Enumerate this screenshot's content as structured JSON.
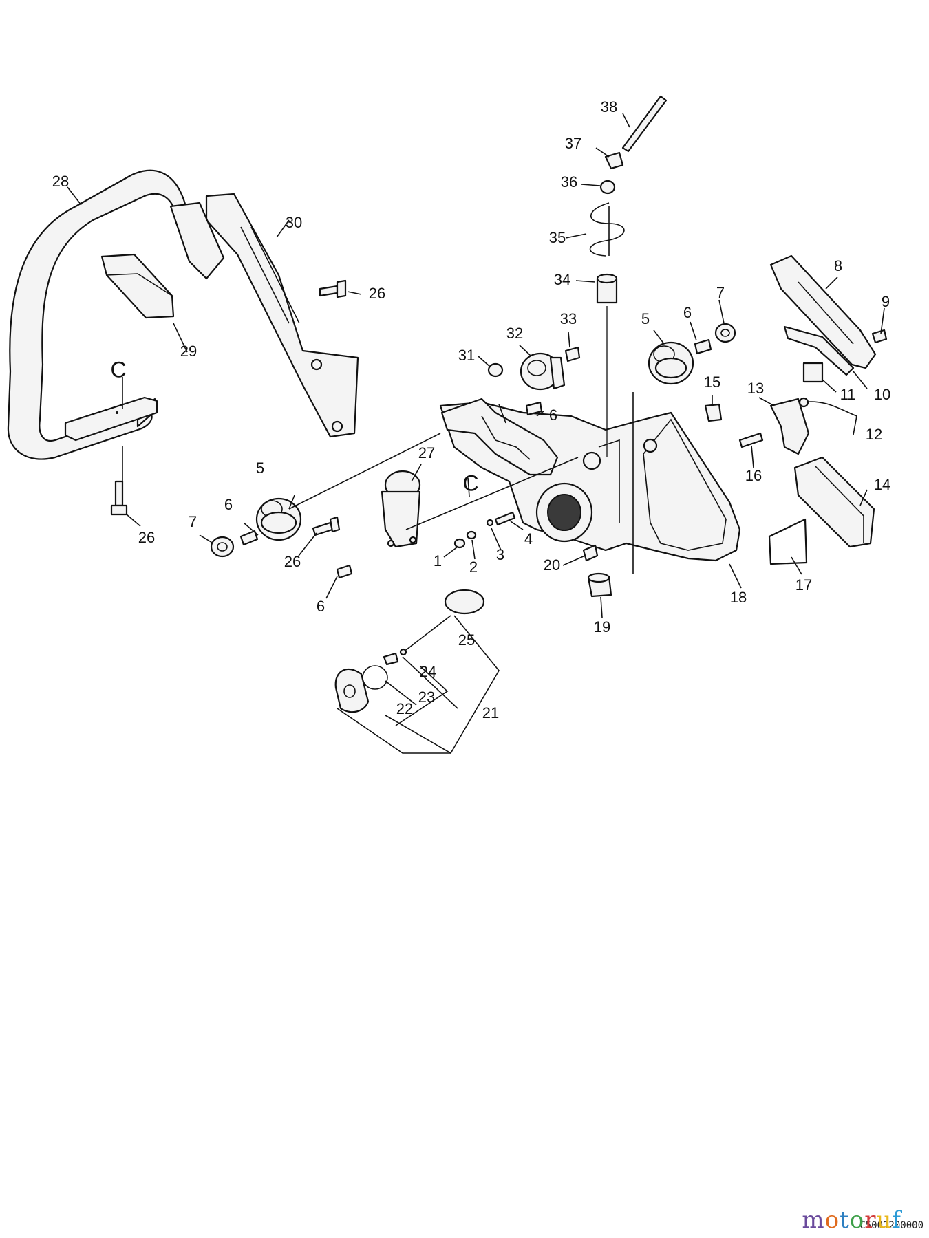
{
  "diagram": {
    "callouts": [
      {
        "id": "28",
        "label": "28"
      },
      {
        "id": "30",
        "label": "30"
      },
      {
        "id": "29",
        "label": "29"
      },
      {
        "id": "26a",
        "label": "26"
      },
      {
        "id": "26b",
        "label": "26"
      },
      {
        "id": "26c",
        "label": "26"
      },
      {
        "id": "C1",
        "label": "C"
      },
      {
        "id": "C2",
        "label": "C"
      },
      {
        "id": "38",
        "label": "38"
      },
      {
        "id": "37",
        "label": "37"
      },
      {
        "id": "36",
        "label": "36"
      },
      {
        "id": "35",
        "label": "35"
      },
      {
        "id": "34",
        "label": "34"
      },
      {
        "id": "33",
        "label": "33"
      },
      {
        "id": "32",
        "label": "32"
      },
      {
        "id": "31",
        "label": "31"
      },
      {
        "id": "6a",
        "label": "6"
      },
      {
        "id": "6b",
        "label": "6"
      },
      {
        "id": "6c",
        "label": "6"
      },
      {
        "id": "6d",
        "label": "6"
      },
      {
        "id": "5a",
        "label": "5"
      },
      {
        "id": "5b",
        "label": "5"
      },
      {
        "id": "7a",
        "label": "7"
      },
      {
        "id": "7b",
        "label": "7"
      },
      {
        "id": "8",
        "label": "8"
      },
      {
        "id": "9",
        "label": "9"
      },
      {
        "id": "10",
        "label": "10"
      },
      {
        "id": "11",
        "label": "11"
      },
      {
        "id": "12",
        "label": "12"
      },
      {
        "id": "13",
        "label": "13"
      },
      {
        "id": "14",
        "label": "14"
      },
      {
        "id": "15",
        "label": "15"
      },
      {
        "id": "16",
        "label": "16"
      },
      {
        "id": "17",
        "label": "17"
      },
      {
        "id": "18",
        "label": "18"
      },
      {
        "id": "19",
        "label": "19"
      },
      {
        "id": "20",
        "label": "20"
      },
      {
        "id": "27",
        "label": "27"
      },
      {
        "id": "1",
        "label": "1"
      },
      {
        "id": "2",
        "label": "2"
      },
      {
        "id": "3",
        "label": "3"
      },
      {
        "id": "4",
        "label": "4"
      },
      {
        "id": "25",
        "label": "25"
      },
      {
        "id": "24",
        "label": "24"
      },
      {
        "id": "23",
        "label": "23"
      },
      {
        "id": "22",
        "label": "22"
      },
      {
        "id": "21",
        "label": "21"
      }
    ]
  },
  "code_label": "C5001200000",
  "watermark": {
    "m": "m",
    "o1": "o",
    "t": "t",
    "o2": "o",
    "r": "r",
    "u": "u",
    "f": "f"
  }
}
